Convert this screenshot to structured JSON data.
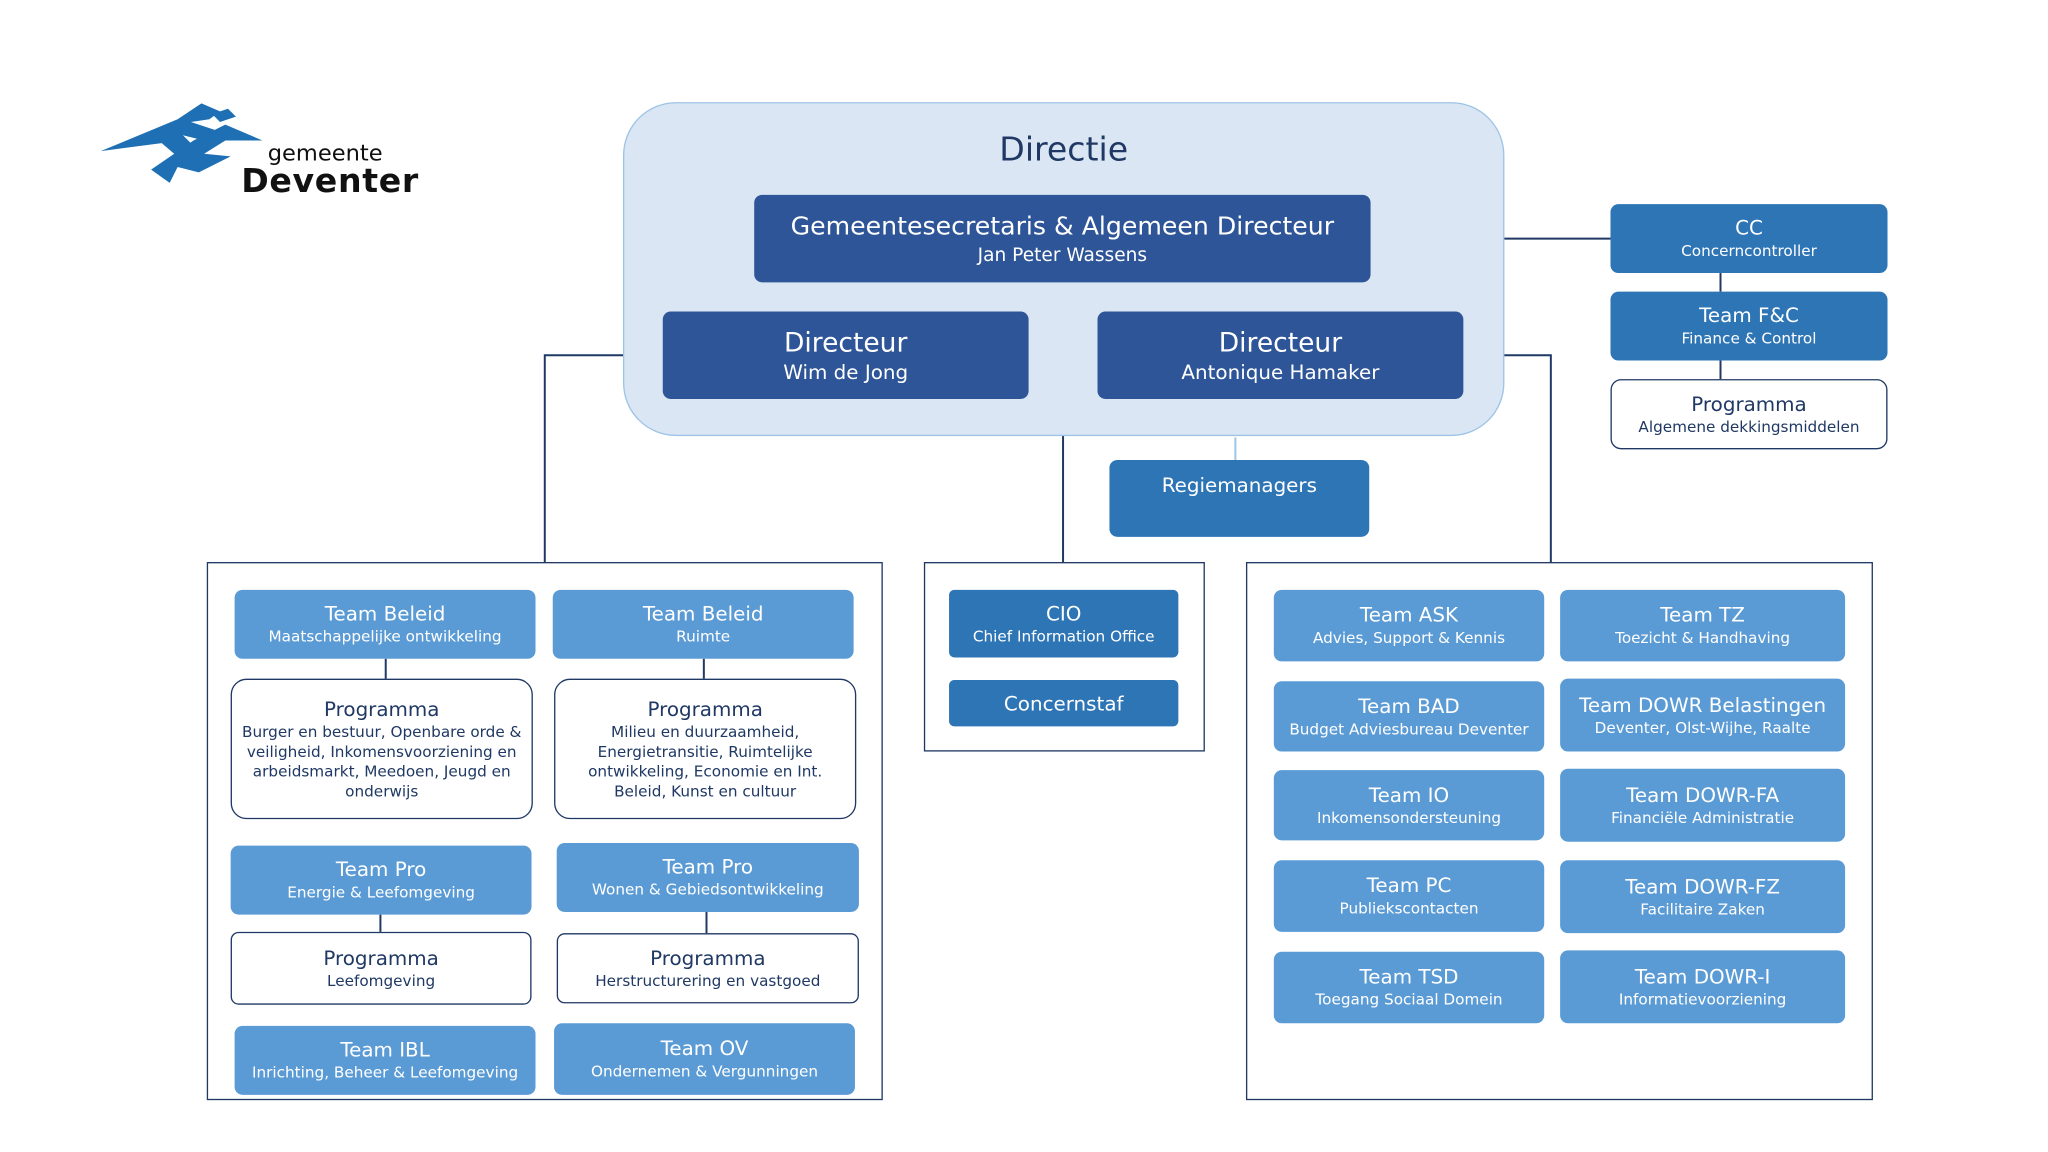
{
  "colors": {
    "dark_blue": "#2e5597",
    "mid_blue": "#2e75b6",
    "light_blue": "#5b9bd5",
    "directie_bg": "#dae6f3",
    "outline": "#1f3864"
  },
  "logo": {
    "line1": "gemeente",
    "line2": "Deventer",
    "icon": "deventer-bird-logo"
  },
  "directie": {
    "title": "Directie",
    "secretaris": {
      "title": "Gemeentesecretaris & Algemeen Directeur",
      "name": "Jan Peter Wassens"
    },
    "directeur_left": {
      "title": "Directeur",
      "name": "Wim de Jong"
    },
    "directeur_right": {
      "title": "Directeur",
      "name": "Antonique Hamaker"
    }
  },
  "regiemanagers": {
    "title": "Regiemanagers"
  },
  "right_column": {
    "cc": {
      "title": "CC",
      "sub": "Concerncontroller"
    },
    "fc": {
      "title": "Team F&C",
      "sub": "Finance & Control"
    },
    "programma": {
      "title": "Programma",
      "sub": "Algemene dekkingsmiddelen"
    }
  },
  "left_group": {
    "beleid_mo": {
      "title": "Team Beleid",
      "sub": "Maatschappelijke ontwikkeling"
    },
    "beleid_ruimte": {
      "title": "Team Beleid",
      "sub": "Ruimte"
    },
    "prog_mo": {
      "title": "Programma",
      "sub": "Burger en bestuur, Openbare orde & veiligheid, Inkomensvoorziening en arbeidsmarkt, Meedoen, Jeugd en onderwijs"
    },
    "prog_ruimte": {
      "title": "Programma",
      "sub": "Milieu en duurzaamheid, Energietransitie, Ruimtelijke ontwikkeling, Economie en Int. Beleid, Kunst en cultuur"
    },
    "pro_energie": {
      "title": "Team Pro",
      "sub": "Energie & Leefomgeving"
    },
    "pro_wonen": {
      "title": "Team Pro",
      "sub": "Wonen & Gebiedsontwikkeling"
    },
    "prog_leef": {
      "title": "Programma",
      "sub": "Leefomgeving"
    },
    "prog_herstr": {
      "title": "Programma",
      "sub": "Herstructurering en vastgoed"
    },
    "ibl": {
      "title": "Team IBL",
      "sub": "Inrichting, Beheer & Leefomgeving"
    },
    "ov": {
      "title": "Team OV",
      "sub": "Ondernemen & Vergunningen"
    }
  },
  "middle_group": {
    "cio": {
      "title": "CIO",
      "sub": "Chief Information Office"
    },
    "concernstaf": {
      "title": "Concernstaf"
    }
  },
  "right_group": {
    "ask": {
      "title": "Team ASK",
      "sub": "Advies, Support & Kennis"
    },
    "tz": {
      "title": "Team TZ",
      "sub": "Toezicht & Handhaving"
    },
    "bad": {
      "title": "Team BAD",
      "sub": "Budget Adviesbureau Deventer"
    },
    "dowr_bel": {
      "title": "Team DOWR Belastingen",
      "sub": "Deventer, Olst-Wijhe, Raalte"
    },
    "io": {
      "title": "Team IO",
      "sub": "Inkomensondersteuning"
    },
    "dowr_fa": {
      "title": "Team DOWR-FA",
      "sub": "Financiële Administratie"
    },
    "pc": {
      "title": "Team PC",
      "sub": "Publiekscontacten"
    },
    "dowr_fz": {
      "title": "Team DOWR-FZ",
      "sub": "Facilitaire Zaken"
    },
    "tsd": {
      "title": "Team TSD",
      "sub": "Toegang Sociaal Domein"
    },
    "dowr_i": {
      "title": "Team DOWR-I",
      "sub": "Informatievoorziening"
    }
  }
}
